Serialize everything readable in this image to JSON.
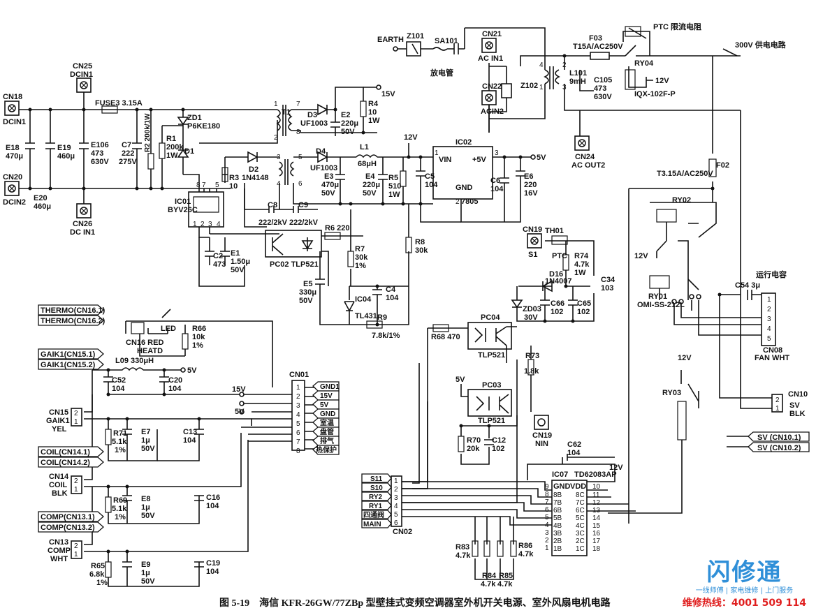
{
  "caption": "图 5-19　海信 KFR-26GW/77ZBp 型壁挂式变频空调器室外机开关电源、室外风扇电机电路",
  "watermark": {
    "logo": "闪修通",
    "tagline": "一线师傅 | 家电维修 | 上门服务",
    "hotline": "维修热线：4001 509 114"
  },
  "colors": {
    "ink": "#111111",
    "brand": "#2f8fd8",
    "hotline": "#e01f1f"
  },
  "connectors": {
    "cn18": "CN18",
    "dcin1": "DCIN1",
    "cn20": "CN20",
    "dcin2": "DCIN2",
    "cn25": "CN25",
    "dcin1_top": "DCIN1",
    "cn26": "CN26",
    "dcin1_bottom": "DC IN1",
    "cn21": "CN21",
    "acin1": "AC IN1",
    "cn22": "CN22",
    "acin2": "ACIN2",
    "cn24": "CN24",
    "acout2": "AC OUT2",
    "earth": "EARTH",
    "cn19a": "CN19",
    "s1": "S1",
    "cn19b": "CN19",
    "nin": "NIN",
    "cn01": "CN01",
    "cn02": "CN02",
    "cn08": "CN08",
    "fan_wht": "FAN WHT",
    "cn10": "CN10",
    "cn10_sv": "SV",
    "cn10_blk": "BLK",
    "cn15": "CN15",
    "gaik1": "GAIK1",
    "yel": "YEL",
    "cn14": "CN14",
    "coil": "COIL",
    "blk": "BLK",
    "cn13": "CN13",
    "comp": "COMP",
    "wht": "WHT",
    "cn16": "CN16 RED",
    "heatd": "HEATD"
  },
  "components": {
    "fuse3": "FUSE3 3.15A",
    "e18": "E18",
    "e18v": "470μ",
    "e19": "E19",
    "e19v": "460μ",
    "e20": "E20",
    "e20v": "460μ",
    "e106": "E106",
    "e106a": "473",
    "e106b": "630V",
    "c7": "C7",
    "c7a": "222",
    "c7b": "275V",
    "r2": "R2 200k/1W",
    "r1": "R1",
    "r1a": "200k",
    "r1b": "1W",
    "zd1": "ZD1",
    "zd1v": "P6KE180",
    "d1": "D1",
    "t1": "T1",
    "ic01": "IC01",
    "ic01v": "BYV26C",
    "d3": "D3",
    "d3v": "UF1003",
    "e2": "E2",
    "e2a": "220μ",
    "e2b": "50V",
    "r4": "R4",
    "r4a": "10",
    "r4b": "1W",
    "v15": "15V",
    "r3": "R3",
    "r3v": "10",
    "d2": "D2",
    "d2v": "1N4148",
    "d4": "D4",
    "d4v": "UF1003",
    "l1": "L1",
    "l1v": "68μH",
    "e3": "E3",
    "e3a": "470μ",
    "e3b": "50V",
    "e4": "E4",
    "e4a": "220μ",
    "e4b": "50V",
    "r5": "R5",
    "r5a": "510",
    "r5b": "1W",
    "v12": "12V",
    "ic02": "IC02",
    "vin": "VIN",
    "plus5": "+5V",
    "gnd": "GND",
    "ic02v": "7805",
    "c5": "C5",
    "c5v": "104",
    "c6": "C6",
    "c6v": "104",
    "e6": "E6",
    "e6a": "220",
    "e6b": "16V",
    "v5": "5V",
    "c8": "C8",
    "c8v": "222/2kV",
    "c9": "C9",
    "c9v": "222/2kV",
    "c2": "C2",
    "c2v": "473",
    "e1": "E1",
    "e1a": "1.50μ",
    "e1b": "50V",
    "pc02": "PC02 TLP521",
    "r6": "R6 220",
    "r7": "R7",
    "r7a": "30k",
    "r7b": "1%",
    "r8": "R8",
    "r8v": "30k",
    "e5": "E5",
    "e5a": "330μ",
    "e5b": "50V",
    "ic04": "IC04",
    "ic04v": "TL431",
    "c4": "C4",
    "c4v": "104",
    "r9": "R9",
    "r9v": "7.8k/1%",
    "z101": "Z101",
    "sa101": "SA101",
    "sa101v": "放电管",
    "z102": "Z102",
    "l101": "L101",
    "l101v": "9mH",
    "c105": "C105",
    "c105a": "473",
    "c105b": "630V",
    "f03": "F03",
    "f03v": "T15A/AC250V",
    "ptc": "PTC 限流电阻",
    "out300": "300V 供电电路",
    "ry04": "RY04",
    "ry04v": "12V",
    "ry04t": "IQX-102F-P",
    "f02": "F02",
    "f02v": "T3.15A/AC250V",
    "ry02": "RY02",
    "ry02v": "12V",
    "ry01": "RY01",
    "ry01v": "OMI-SS-212L",
    "c54": "C54 3μ",
    "cap_run": "运行电容",
    "th01": "TH01",
    "th01v": "PTC",
    "r74": "R74",
    "r74a": "4.7k",
    "r74b": "1W",
    "c34": "C34",
    "c34v": "103",
    "d16": "D16",
    "d16v": "1N4007",
    "zd03": "ZD03",
    "zd03v": "30V",
    "c66": "C66",
    "c66v": "102",
    "c65": "C65",
    "c65v": "102",
    "pc04": "PC04",
    "pc04v": "TLP521",
    "r68": "R68 470",
    "r73": "R73",
    "r73v": "1.8k",
    "pc03": "PC03",
    "pc03v": "TLP521",
    "v5b": "5V",
    "r70": "R70",
    "r70v": "20k",
    "c12": "C12",
    "c12v": "102",
    "ry03": "RY03",
    "ry03v": "12V",
    "sv1": "SV (CN10.1)",
    "sv2": "SV (CN10.2)",
    "c62": "C62",
    "c62v": "104",
    "ic07": "IC07",
    "ic07v": "TD62083AP",
    "vdd": "VDD",
    "ic07gnd": "GND",
    "v12b": "12V",
    "r83": "R83",
    "r83v": "4.7k",
    "r84": "R84",
    "r84v": "4.7k",
    "r85": "R85",
    "r85v": "4.7k",
    "r86": "R86",
    "r86v": "4.7k",
    "led": "LED",
    "r66": "R66",
    "r66a": "10k",
    "r66b": "1%",
    "l09": "L09 330μH",
    "c52": "C52",
    "c52v": "104",
    "c20": "C20",
    "c20v": "104",
    "r71": "R71",
    "r71a": "5.1k",
    "r71b": "1%",
    "e7": "E7",
    "e7a": "1μ",
    "e7b": "50V",
    "c13": "C13",
    "c13v": "104",
    "r69": "R69",
    "r69a": "5.1k",
    "r69b": "1%",
    "e8": "E8",
    "e8a": "1μ",
    "e8b": "50V",
    "c16": "C16",
    "c16v": "104",
    "r65": "R65",
    "r65a": "6.8k",
    "r65b": "1%",
    "e9": "E9",
    "e9a": "1μ",
    "e9b": "50V",
    "c19": "C19",
    "c19v": "104",
    "v15b": "15V",
    "v5c": "5V",
    "v5d": "5V"
  },
  "flags_left": [
    "THERMO(CN16.1)",
    "THERMO(CN16.2)",
    "GAIK1(CN15.1)",
    "GAIK1(CN15.2)",
    "COIL(CN14.1)",
    "COIL(CN14.2)",
    "COMP(CN13.1)",
    "COMP(CN13.2)"
  ],
  "cn01_pins": [
    "GND1",
    "15V",
    "5V",
    "GND",
    "室温",
    "盘管",
    "排气",
    "热保护"
  ],
  "cn02_pins": [
    "S11",
    "S10",
    "RY2",
    "RY1",
    "四通阀",
    "MAIN"
  ],
  "ic07_left": [
    "8B",
    "7B",
    "6B",
    "5B",
    "4B",
    "3B",
    "2B",
    "1B"
  ],
  "ic07_right": [
    "8C",
    "7C",
    "6C",
    "5C",
    "4C",
    "3C",
    "2C",
    "1C"
  ],
  "ic07_rpins": [
    "11",
    "12",
    "13",
    "14",
    "15",
    "16",
    "17",
    "18"
  ],
  "ic07_lpins": [
    "9",
    "8",
    "7",
    "6",
    "5",
    "4",
    "3",
    "2",
    "1"
  ],
  "ic07_toppin": "10",
  "cn08_pins": [
    "1",
    "2",
    "3",
    "4",
    "5"
  ],
  "cn01_nums": [
    "1",
    "2",
    "3",
    "4",
    "5",
    "6",
    "7",
    "8"
  ],
  "cn02_nums": [
    "1",
    "2",
    "3",
    "4",
    "5",
    "6"
  ],
  "cn10_nums": [
    "2",
    "1"
  ],
  "two_pin": [
    "2",
    "1"
  ],
  "t1_pins": [
    "1",
    "2",
    "7",
    "8",
    "3",
    "4",
    "5",
    "6"
  ],
  "ic01_pins": [
    "8",
    "7",
    "5",
    "1",
    "2",
    "3",
    "4"
  ],
  "l101_pins": [
    "4",
    "2",
    "1",
    "3"
  ],
  "ic02_pins": [
    "1",
    "3",
    "2"
  ]
}
